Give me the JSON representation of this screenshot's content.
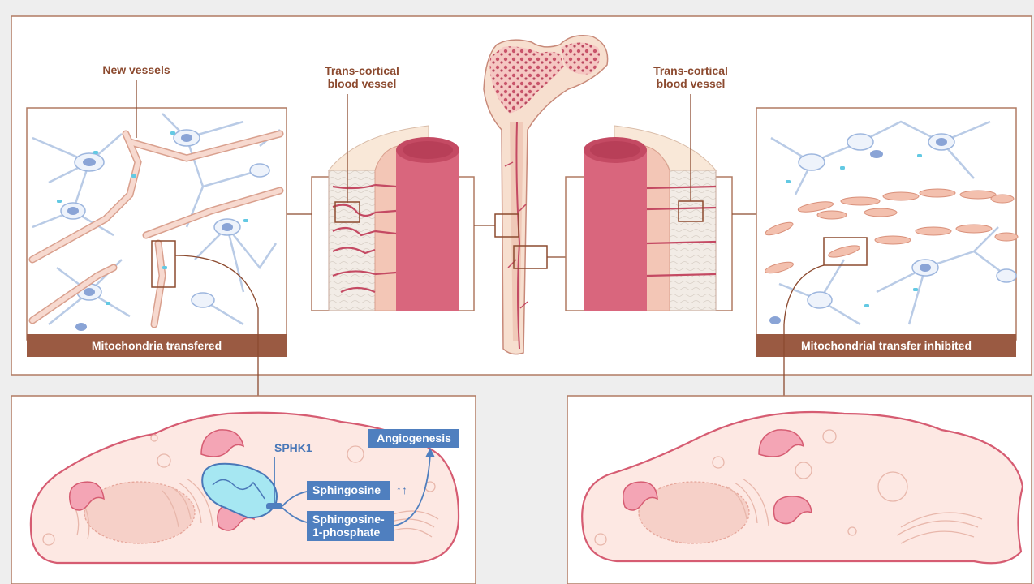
{
  "labels": {
    "new_vessels": "New vessels",
    "trans_cortical_left_line1": "Trans-cortical",
    "trans_cortical_left_line2": "blood vessel",
    "trans_cortical_right_line1": "Trans-cortical",
    "trans_cortical_right_line2": "blood vessel",
    "left_bar": "Mitochondria transfered",
    "right_bar": "Mitochondrial transfer inhibited",
    "sphk1": "SPHK1",
    "sphingosine": "Sphingosine",
    "sphingosine_arrows": "↑↑",
    "s1p_line1": "Sphingosine-",
    "s1p_line2": "1-phosphate",
    "angiogenesis": "Angiogenesis"
  },
  "colors": {
    "panel_border": "#b07a62",
    "brown": "#8c4a2f",
    "bar": "#9a5a42",
    "vessel_red": "#d9667d",
    "vessel_dark": "#c44a63",
    "cell_fill": "#fde8e3",
    "cell_border": "#d65c72",
    "blue_box": "#4f7fbf",
    "osteocyte_blue": "#a9c3e6",
    "mito_cyan": "#a6e7f2"
  }
}
